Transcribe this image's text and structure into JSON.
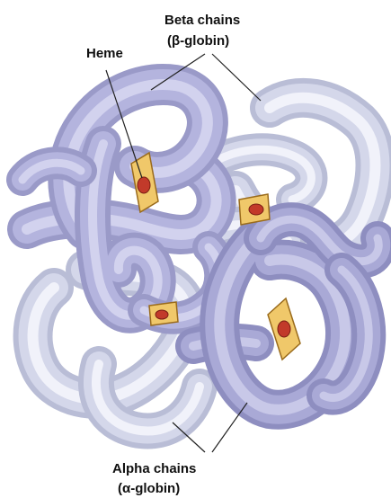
{
  "labels": {
    "heme": "Heme",
    "beta_line1": "Beta chains",
    "beta_line2": "(β-globin)",
    "alpha_line1": "Alpha chains",
    "alpha_line2": "(α-globin)"
  },
  "colors": {
    "beta_dark": "#9a9ac8",
    "beta_mid": "#b4b4de",
    "beta_light": "#d2d2ee",
    "alpha_dark": "#b9bdd6",
    "alpha_mid": "#d4d7ea",
    "alpha_light": "#f1f2fa",
    "heme_plate": "#f0c86a",
    "heme_edge": "#9a6b1c",
    "heme_iron": "#c23a2a",
    "line": "#222222"
  }
}
